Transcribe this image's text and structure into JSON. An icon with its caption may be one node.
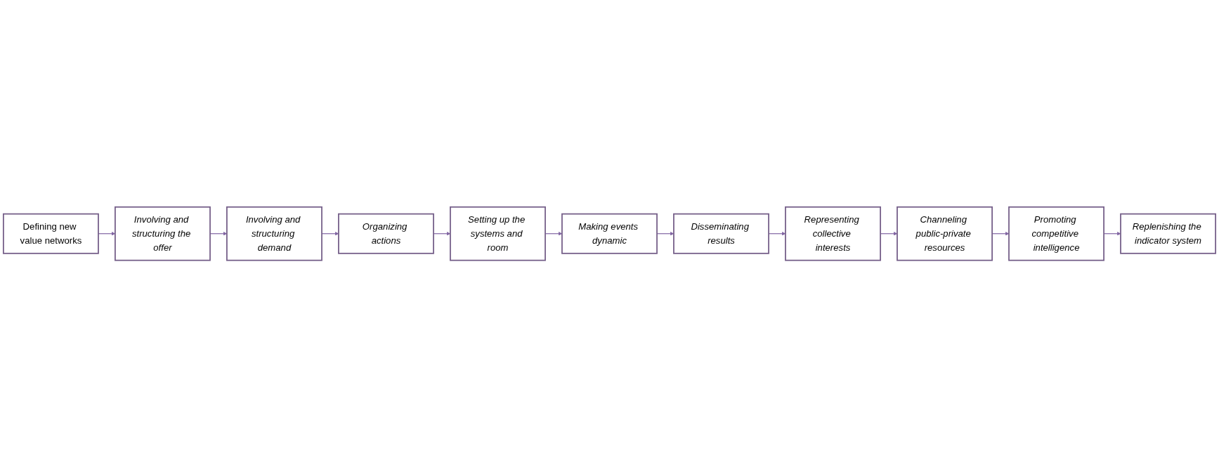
{
  "diagram": {
    "nodes": [
      {
        "text": [
          "Defining new value networks"
        ]
      },
      {
        "text": [
          "Involving and structuring the offer"
        ]
      },
      {
        "text": [
          "Involving and structuring demand"
        ]
      },
      {
        "text": [
          "Organizing actions"
        ]
      },
      {
        "text": [
          "Setting up the systems and room"
        ]
      },
      {
        "text": [
          "Making events dynamic"
        ]
      },
      {
        "text": [
          "Disseminating results"
        ]
      },
      {
        "text": [
          "Representing collective interests"
        ]
      },
      {
        "text": [
          "Channeling public-private resources"
        ]
      },
      {
        "text": [
          "Promoting competitive intelligence"
        ]
      },
      {
        "text": [
          "Replenishing the indicator system"
        ]
      }
    ],
    "edges": [
      {
        "from": 0,
        "to": 1,
        "arrow": "to"
      },
      {
        "from": 1,
        "to": 2,
        "arrow": "to"
      },
      {
        "from": 2,
        "to": 3,
        "arrow": "to"
      },
      {
        "from": 3,
        "to": 4,
        "arrow": "to"
      },
      {
        "from": 4,
        "to": 5,
        "arrow": "to"
      },
      {
        "from": 5,
        "to": 6,
        "arrow": "to"
      },
      {
        "from": 6,
        "to": 7,
        "arrow": "to"
      },
      {
        "from": 7,
        "to": 8,
        "arrow": "to"
      },
      {
        "from": 8,
        "to": 9,
        "arrow": "to"
      },
      {
        "from": 9,
        "to": 10,
        "arrow": "to"
      }
    ]
  }
}
